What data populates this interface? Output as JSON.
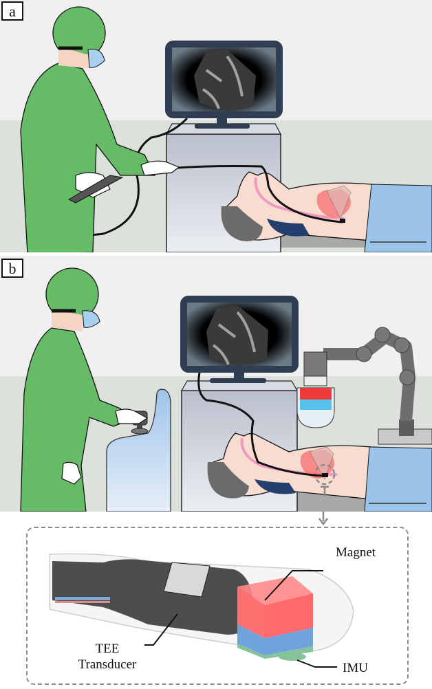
{
  "figure": {
    "panels": [
      {
        "id": "a",
        "label": "a",
        "description": "Manual TEE: clinician holds probe handle and manipulates probe inserted into supine patient; echocardiogram on monitor"
      },
      {
        "id": "b",
        "label": "b",
        "description": "Robotic/magnetic TEE: clinician uses joystick controller; robotic arm with external magnet positioned over patient chest"
      }
    ],
    "detail_inset": {
      "callouts": [
        {
          "id": "magnet",
          "label": "Magnet"
        },
        {
          "id": "tee-transducer",
          "label_line1": "TEE",
          "label_line2": "Transducer"
        },
        {
          "id": "imu",
          "label": "IMU"
        }
      ]
    }
  },
  "colors": {
    "wall_upper": "#f0f0f0",
    "wall_lower": "#dde1dc",
    "scrubs_green": "#66bb66",
    "mask_blue": "#a8d0ee",
    "skin": "#f8dcd0",
    "monitor_frame": "#2f3e52",
    "cart": "#c7ccd6",
    "blanket": "#9cc4ea",
    "pillow": "#243f6e",
    "magnet_red": "#ee3a3a",
    "magnet_blue": "#55c2ee",
    "probe_red": "#ff7070",
    "probe_blue": "#6fa3dc",
    "imu_green": "#86c39a",
    "robot_grey": "#6e6e6e"
  }
}
